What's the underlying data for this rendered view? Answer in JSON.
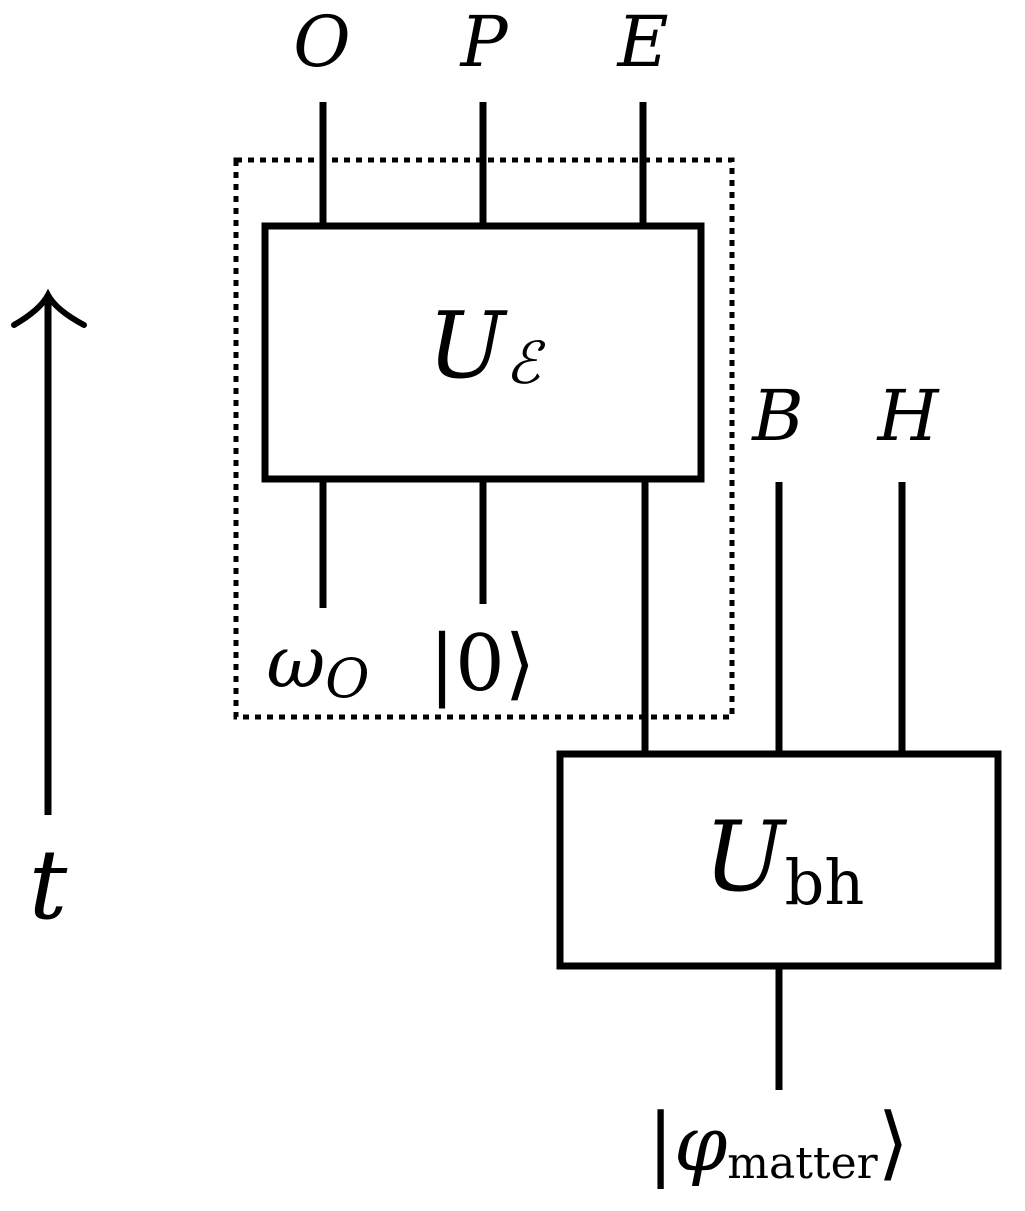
{
  "time_axis": {
    "label": "t"
  },
  "gates": {
    "encoder": {
      "symbol": "U",
      "subscript": "ℰ"
    },
    "black_hole": {
      "symbol": "U",
      "subscript": "bh"
    }
  },
  "outputs": {
    "O": "O",
    "P": "P",
    "E": "E",
    "B": "B",
    "H": "H"
  },
  "inputs": {
    "omega_symbol": "ω",
    "omega_subscript": "O",
    "zero_state": "|0⟩",
    "matter_open": "|",
    "matter_phi": "φ",
    "matter_subscript": "matter",
    "matter_close": "⟩"
  }
}
